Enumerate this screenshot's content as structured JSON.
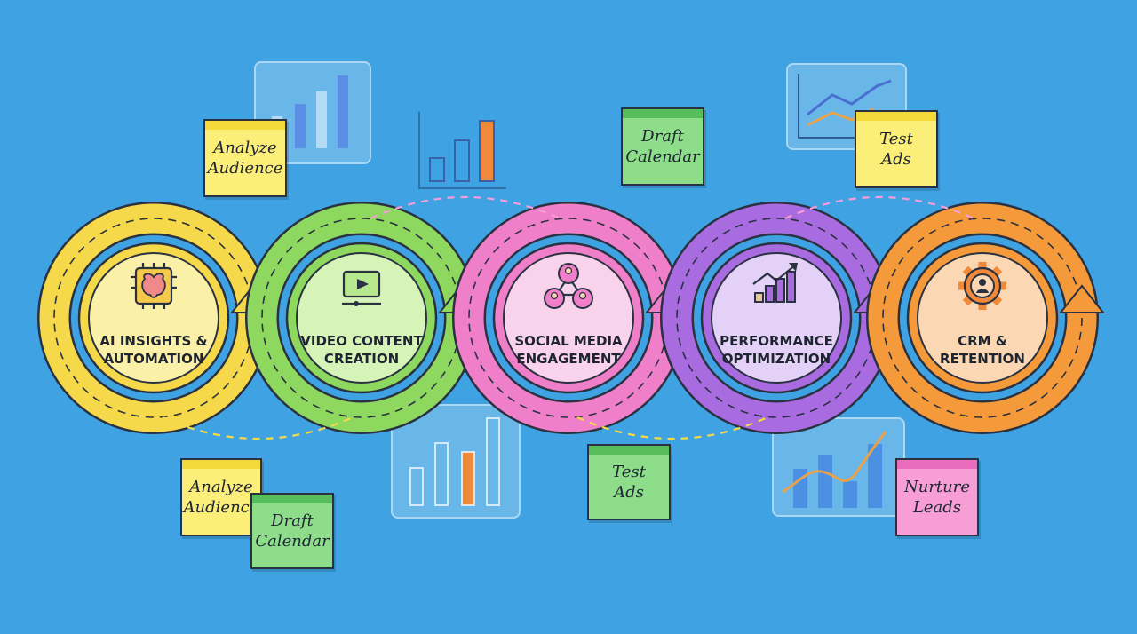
{
  "colors": {
    "background": "#3fa3e3",
    "yellow": "#f5d94a",
    "green": "#8ed85f",
    "pink": "#ef7fc8",
    "purple": "#a86be0",
    "orange": "#f59a3a"
  },
  "stages": [
    {
      "line1": "AI INSIGHTS &",
      "line2": "AUTOMATION",
      "icon": "brain-chip-icon",
      "color": "yellow"
    },
    {
      "line1": "VIDEO CONTENT",
      "line2": "CREATION",
      "icon": "video-play-icon",
      "color": "green"
    },
    {
      "line1": "SOCIAL MEDIA",
      "line2": "ENGAGEMENT",
      "icon": "people-network-icon",
      "color": "pink"
    },
    {
      "line1": "PERFORMANCE",
      "line2": "OPTIMIZATION",
      "icon": "growth-chart-icon",
      "color": "purple"
    },
    {
      "line1": "CRM &",
      "line2": "RETENTION",
      "icon": "gear-person-icon",
      "color": "orange"
    }
  ],
  "notes": [
    {
      "line1": "Analyze",
      "line2": "Audience",
      "color": "yellow"
    },
    {
      "line1": "Draft",
      "line2": "Calendar",
      "color": "green"
    },
    {
      "line1": "Test",
      "line2": "Ads",
      "color": "yellow"
    },
    {
      "line1": "Analyze",
      "line2": "Audience",
      "color": "yellow"
    },
    {
      "line1": "Draft",
      "line2": "Calendar",
      "color": "green"
    },
    {
      "line1": "Test",
      "line2": "Ads",
      "color": "green"
    },
    {
      "line1": "Nurture",
      "line2": "Leads",
      "color": "pink"
    }
  ]
}
